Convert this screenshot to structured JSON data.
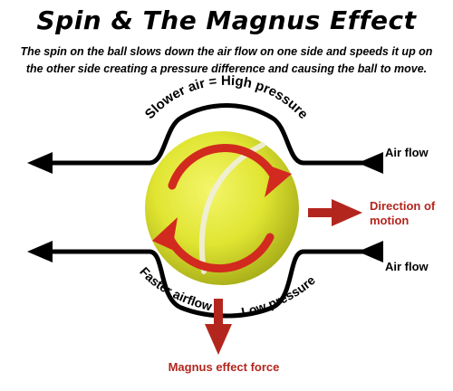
{
  "title": "Spin & The Magnus Effect",
  "subtitle": "The spin on the ball slows down the air flow on one side and speeds it up on the other side creating a pressure difference and causing the ball to move.",
  "labels": {
    "top_arc": "Slower air = High pressure",
    "air_flow_top": "Air flow",
    "air_flow_bottom": "Air flow",
    "direction_line1": "Direction of",
    "direction_line2": "motion",
    "faster_airflow": "Faster airflow",
    "low_pressure": "Low pressure",
    "magnus_force": "Magnus effect force"
  },
  "colors": {
    "arrow_black": "#000000",
    "arrow_red": "#b3261e",
    "ball_yellow": "#e3e83a",
    "ball_seam": "#efeee0",
    "spin_red": "#d22a1e"
  }
}
